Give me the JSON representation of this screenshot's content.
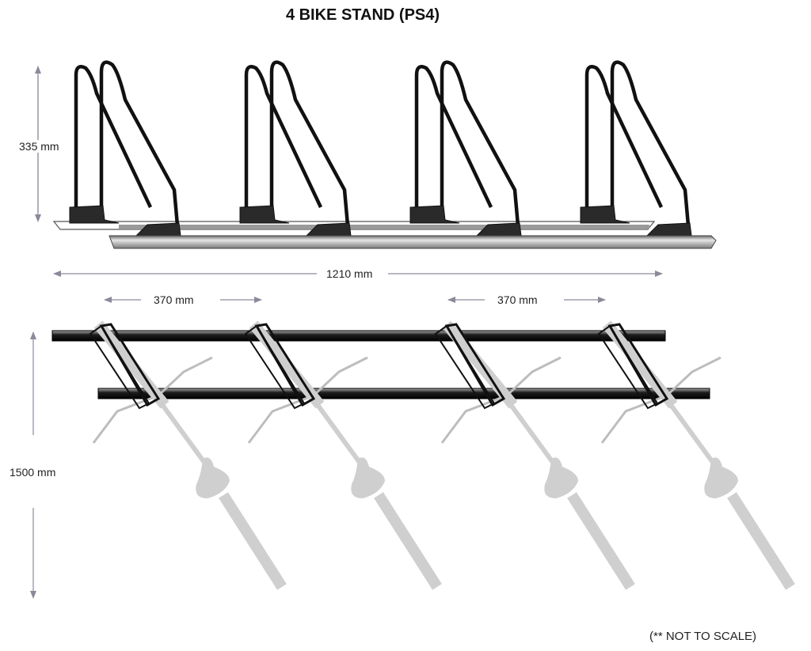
{
  "title": "4 BIKE STAND (PS4)",
  "dimensions": {
    "height": "335 mm",
    "total_width": "1210 mm",
    "spacing_left": "370 mm",
    "spacing_right": "370 mm",
    "length": "1500 mm"
  },
  "note": "(** NOT TO SCALE)",
  "colors": {
    "frame": "#1a1a1a",
    "rail": "#8a8a8a",
    "bike": "#cfcfcf",
    "dimension_line": "#8a8a9a"
  }
}
